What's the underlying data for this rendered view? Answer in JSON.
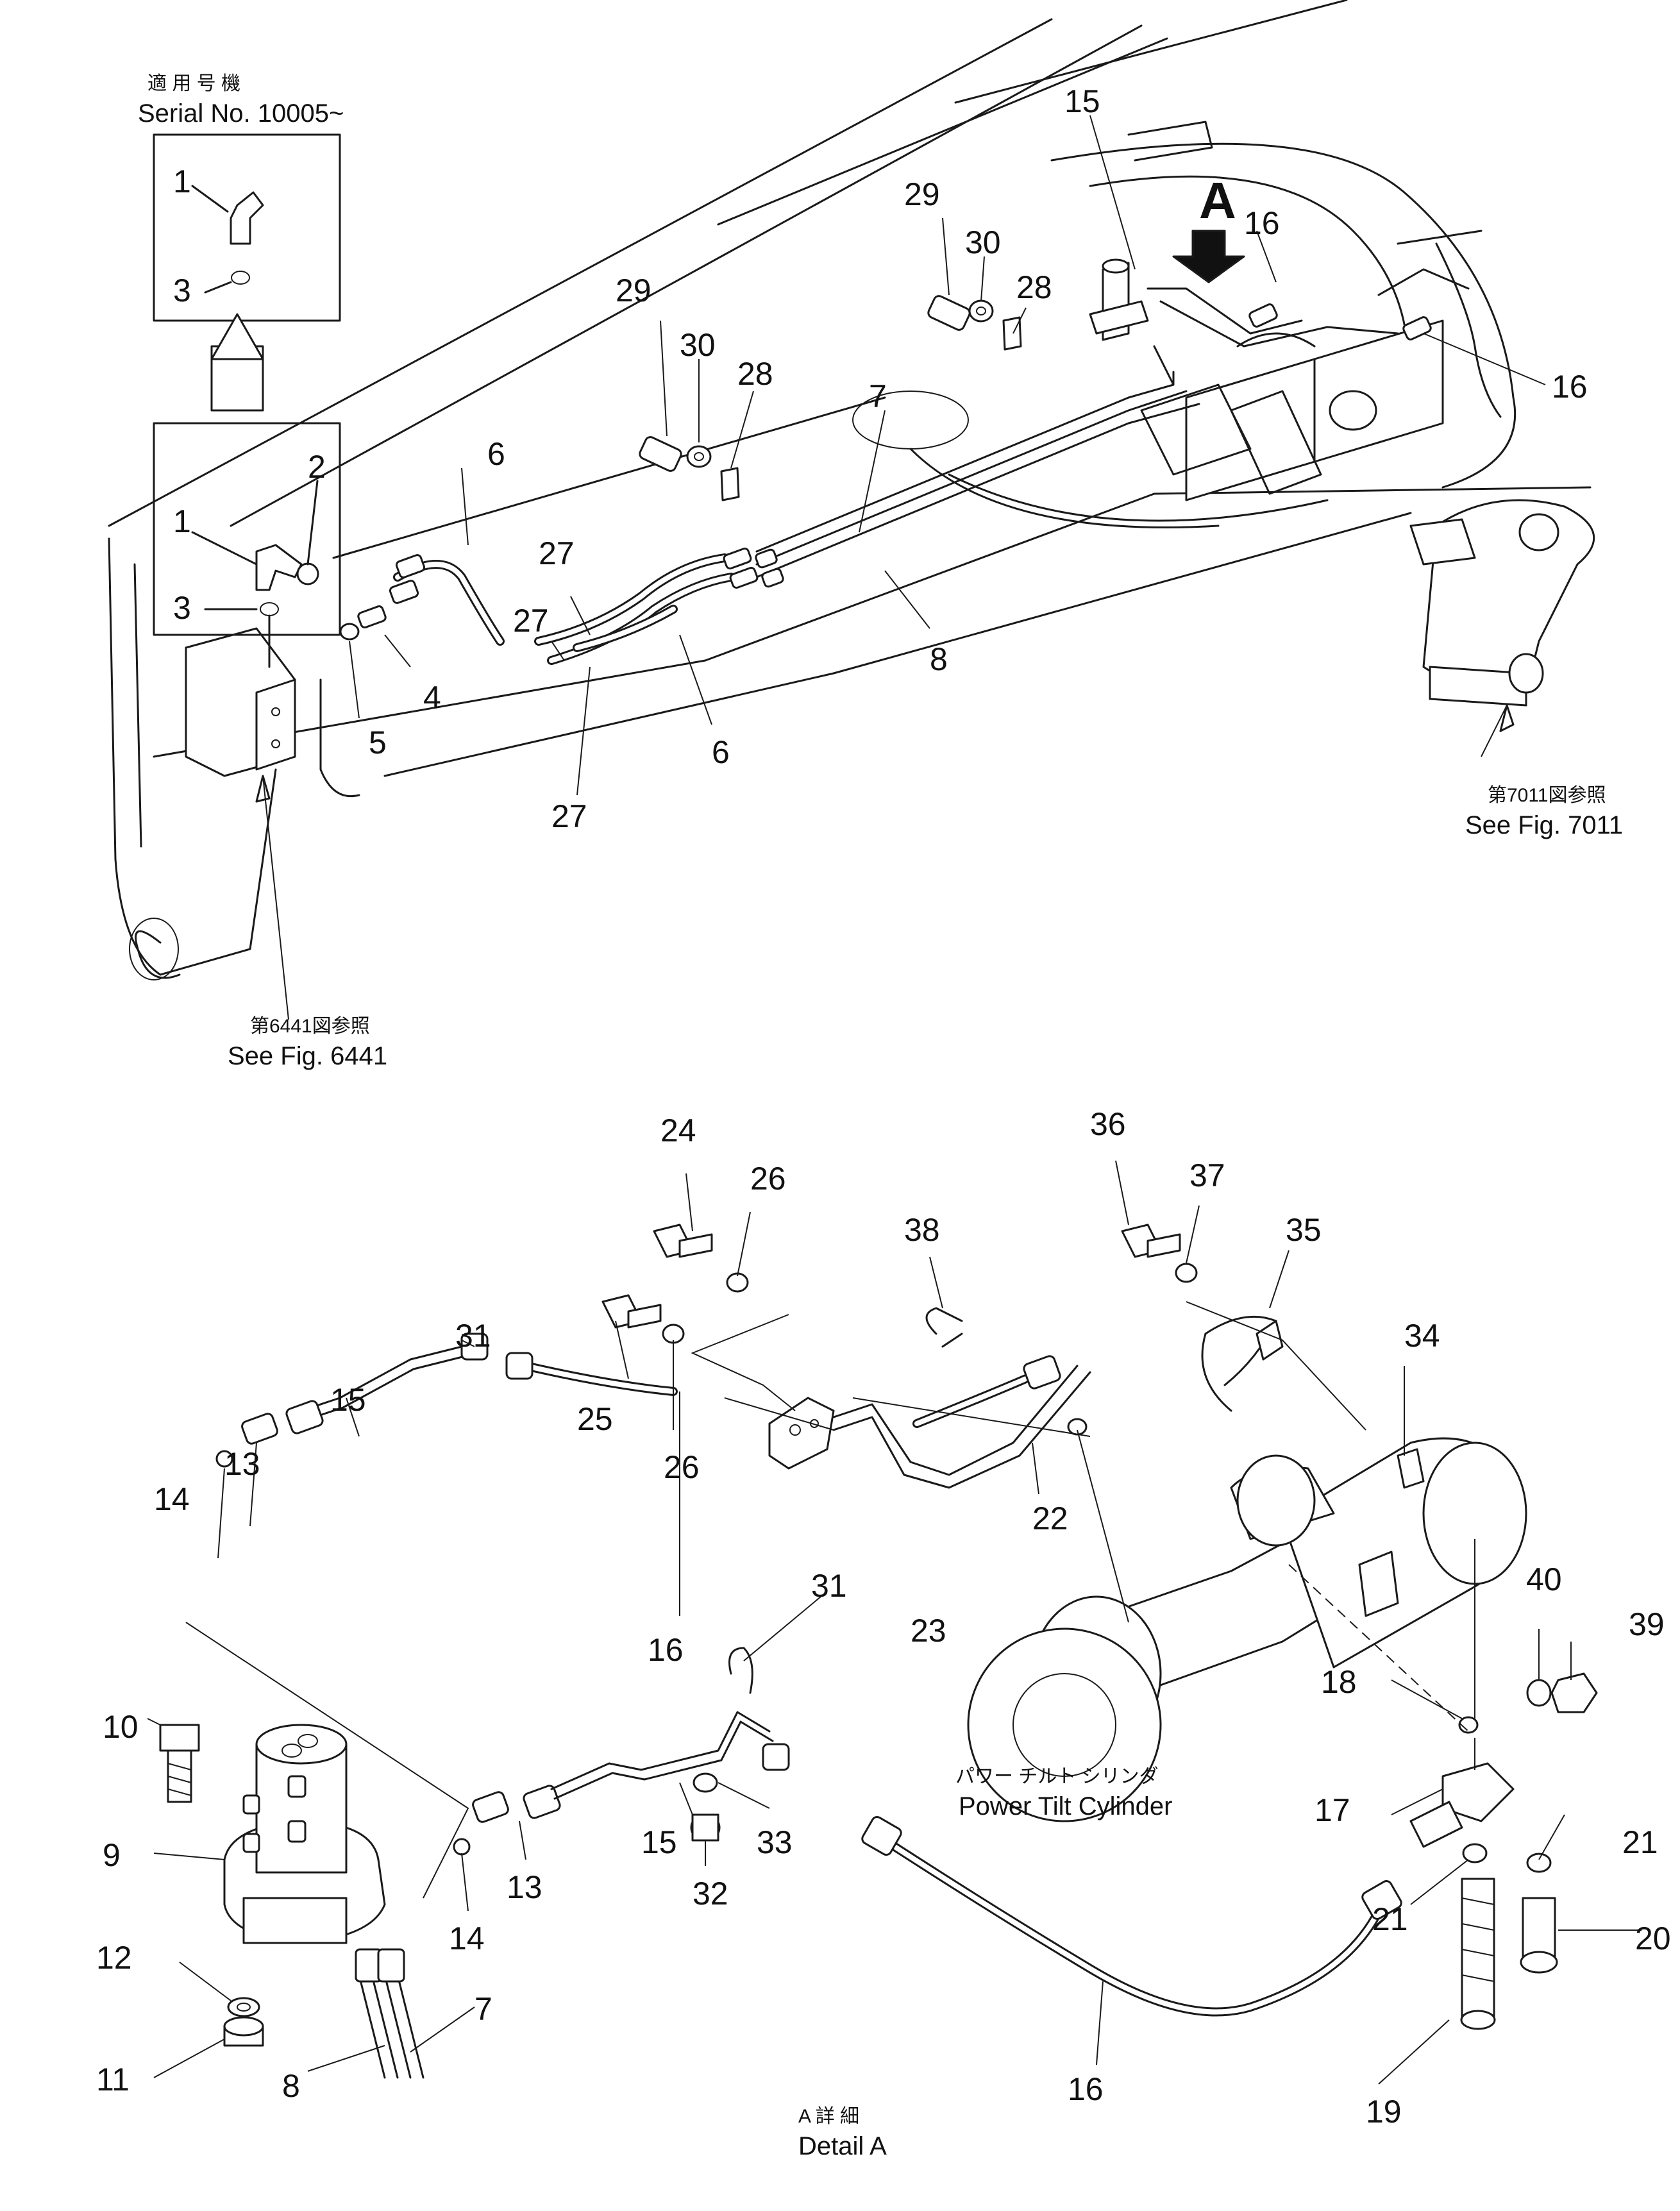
{
  "title_jp": "適 用 号 機",
  "serial": "Serial No. 10005~",
  "notes": {
    "fig7011_jp": "第7011図参照",
    "fig7011": "See Fig. 7011",
    "fig6441_jp": "第6441図参照",
    "fig6441": "See Fig. 6441",
    "cylinder_jp": "パワー チルト シリンダ",
    "cylinder": "Power Tilt Cylinder",
    "detail_jp": "A 詳 細",
    "detail": "Detail A",
    "view_marker": "A"
  },
  "callouts_top": [
    "1",
    "3",
    "2",
    "1",
    "3",
    "6",
    "29",
    "30",
    "28",
    "7",
    "15",
    "16",
    "16",
    "29",
    "30",
    "28",
    "27",
    "27",
    "4",
    "5",
    "8",
    "6",
    "27"
  ],
  "callouts_bottom": [
    "24",
    "26",
    "38",
    "36",
    "37",
    "35",
    "31",
    "34",
    "15",
    "25",
    "26",
    "13",
    "14",
    "22",
    "16",
    "23",
    "31",
    "40",
    "39",
    "18",
    "10",
    "9",
    "17",
    "21",
    "15",
    "33",
    "20",
    "12",
    "13",
    "14",
    "32",
    "21",
    "7",
    "11",
    "8",
    "19",
    "16"
  ]
}
